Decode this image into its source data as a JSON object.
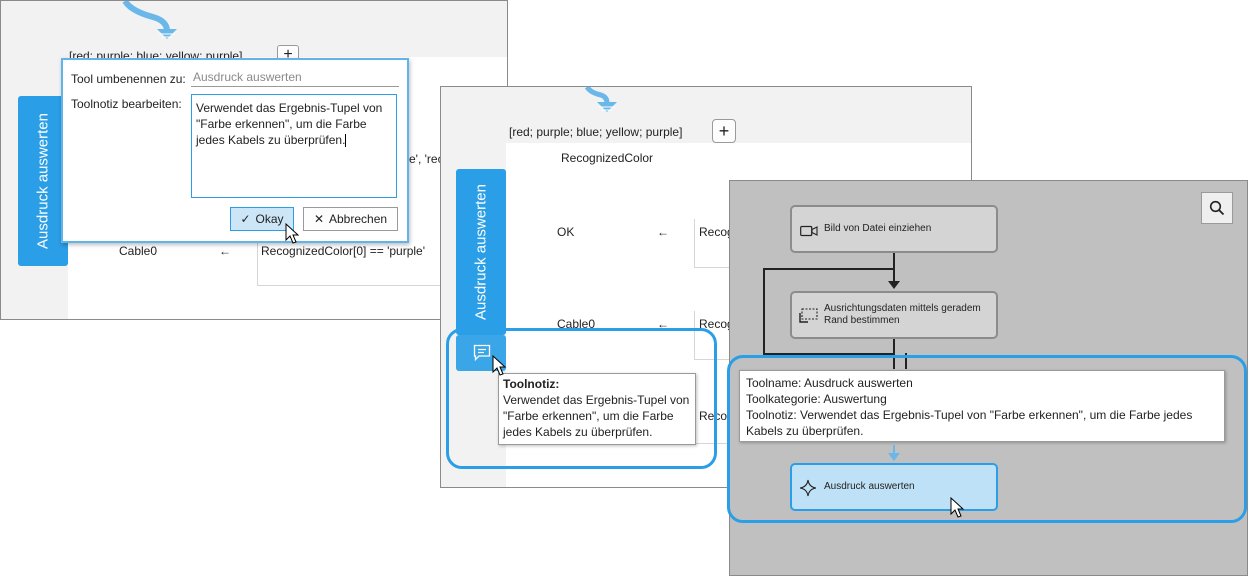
{
  "panel1": {
    "tab_label": "Ausdruck auswerten",
    "tuple_text": "[red; purple; blue; yellow; purple]",
    "add_label": "+",
    "row_left": "Cable0",
    "row_arrow": "←",
    "row_expr": "RecognizedColor[0] == 'purple'",
    "bg_frag1": "e', 'rec",
    "dialog": {
      "rename_label": "Tool umbenennen zu:",
      "rename_placeholder": "Ausdruck auswerten",
      "note_label": "Toolnotiz bearbeiten:",
      "note_value": "Verwendet das Ergebnis-Tupel von \"Farbe erkennen\", um die Farbe jedes Kabels zu überprüfen.",
      "ok_label": "Okay",
      "cancel_label": "Abbrechen"
    }
  },
  "panel2": {
    "tab_label": "Ausdruck auswerten",
    "tuple_text": "[red; purple; blue; yellow; purple]",
    "add_label": "+",
    "column_header": "RecognizedColor",
    "rows": [
      {
        "left": "OK",
        "arrow": "←",
        "right": "Recog"
      },
      {
        "left": "Cable0",
        "arrow": "←",
        "right": "Recog"
      },
      {
        "left": "",
        "arrow": "",
        "right": "Recog"
      }
    ],
    "tooltip_title": "Toolnotiz:",
    "tooltip_body": "Verwendet das Ergebnis-Tupel von \"Farbe erkennen\", um die Farbe jedes Kabels zu überprüfen."
  },
  "panel3": {
    "nodes": {
      "load_image": "Bild von Datei einziehen",
      "alignment": "Ausrichtungsdaten mittels geradem Rand bestimmen",
      "evaluate": "Ausdruck auswerten"
    },
    "tooltip": {
      "name": "Toolname: Ausdruck auswerten",
      "category": "Toolkategorie: Auswertung",
      "note": "Toolnotiz: Verwendet das Ergebnis-Tupel von \"Farbe erkennen\", um die Farbe jedes Kabels zu überprüfen."
    }
  },
  "colors": {
    "accent": "#2a9ee6",
    "node_fill": "#d4d4d4",
    "selected_node": "#bfe1f7",
    "canvas": "#c0c0c0"
  }
}
